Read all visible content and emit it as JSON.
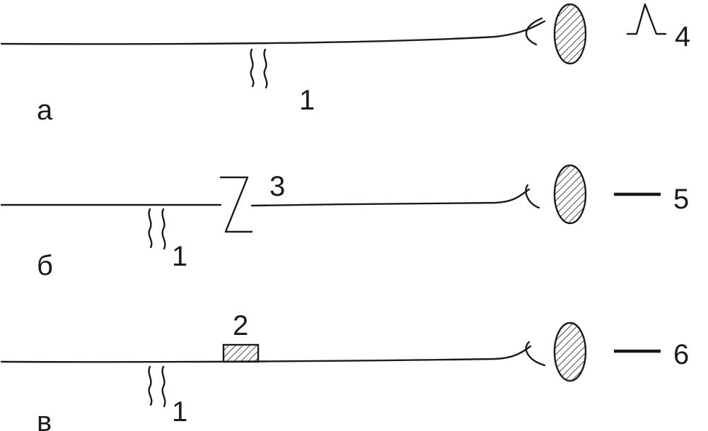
{
  "panels": [
    {
      "letter": "а",
      "labels": {
        "wavy": "1",
        "end": "4"
      }
    },
    {
      "letter": "б",
      "labels": {
        "wavy": "1",
        "break": "3",
        "end": "5"
      }
    },
    {
      "letter": "в",
      "labels": {
        "wavy": "1",
        "block": "2",
        "end": "6"
      }
    }
  ],
  "colors": {
    "line": "#1a1a1a",
    "background": "#ffffff"
  }
}
